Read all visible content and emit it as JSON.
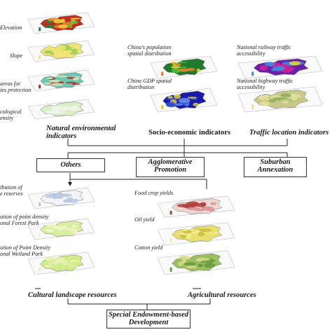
{
  "natural_layers": [
    "Elevation",
    "Slope",
    "areas for\nies protection",
    "cological\nensity"
  ],
  "socio_layers": [
    "China's population\nspatial distribution",
    "China GDP spatial\ndistribution"
  ],
  "traffic_layers": [
    "National railway traffic\naccessibility",
    "National highway traffic\naccessibility"
  ],
  "cultural_layers": [
    "ibution of\ne reserves",
    "ution of point density\nonal Forest Park",
    "ution of Point Density\nonal Wetland Park"
  ],
  "agri_layers": [
    "Food crop yields",
    "Oil yield",
    "Cotton yield"
  ],
  "headings": {
    "natural": "Natural environmental\nindicators",
    "socio": "Socio-economic indicators",
    "traffic": "Traffic location indicators",
    "cultural": "Cultural landscape resources",
    "agricultural": "Agricultural resources"
  },
  "boxes": {
    "others": "Others",
    "agglomerative": "Agglomerative\nPromotion",
    "suburban": "Suburban\nAnnexation",
    "special": "Special Endowment-based\nDevelopment"
  },
  "colors": {
    "line": "#222222",
    "box_border": "#333333",
    "elevation": [
      "#c22b1f",
      "#e38b2c",
      "#f3d33c",
      "#6cbf3a",
      "#1f8a3d"
    ],
    "population": [
      "#1f7a2d",
      "#4db83a",
      "#f0d534",
      "#d8802a"
    ],
    "gdp": [
      "#1a1aa8",
      "#2f4fd0",
      "#6a8ef0",
      "#d9c84a"
    ],
    "railway": [
      "#6b1fa8",
      "#d6209a",
      "#f0d534",
      "#3c8de0"
    ],
    "highway": [
      "#c7c98a",
      "#8fae5a",
      "#e8e1a0"
    ],
    "slope": [
      "#f2e37a",
      "#9ccc55",
      "#e8e86f"
    ],
    "protection": [
      "#6ec7b0",
      "#d8e8b8",
      "#b03030"
    ],
    "ecological": [
      "#d8efc8",
      "#f2f6ea"
    ],
    "reserves": [
      "#f2f4f8",
      "#b8c8e0"
    ],
    "forest": [
      "#d8efa0",
      "#eef7c8"
    ],
    "wetland": [
      "#d0ec88",
      "#e8f2b0"
    ],
    "food": [
      "#f0d8d0",
      "#d89090",
      "#b04040"
    ],
    "oil": [
      "#e8e070",
      "#c8c040",
      "#f4ec98"
    ],
    "cotton": [
      "#9bc060",
      "#d8dc88",
      "#6a9a40"
    ]
  }
}
